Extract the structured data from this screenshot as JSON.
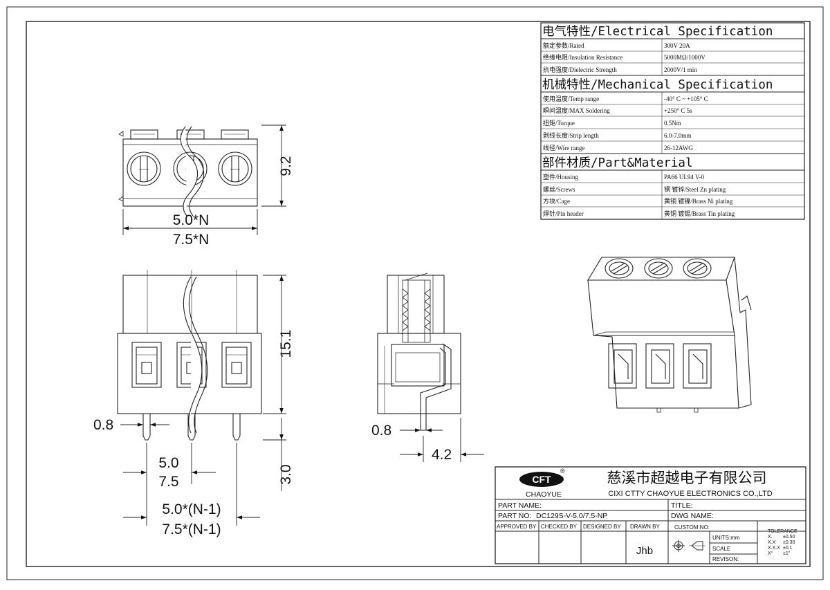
{
  "spec": {
    "electrical": {
      "title": "电气特性/Electrical Specification",
      "rows": [
        {
          "label": "额定参数/Rated",
          "value": "300V  20A"
        },
        {
          "label": "绝缘电阻/Insulation Resistance",
          "value": "5000MΩ/1000V"
        },
        {
          "label": "抗电强度/Dielectric Strength",
          "value": "2000V/1 min"
        }
      ]
    },
    "mechanical": {
      "title": "机械特性/Mechanical Specification",
      "rows": [
        {
          "label": "使用温度/Temp range",
          "value": "-40° C ~ +105° C"
        },
        {
          "label": "瞬间温度/MAX Soldering",
          "value": "+250° C    5s"
        },
        {
          "label": "扭矩/Torque",
          "value": "0.5Nm"
        },
        {
          "label": "剥线长度/Strip length",
          "value": "6.0-7.0mm"
        },
        {
          "label": "线径/Wire range",
          "value": "26-12AWG"
        }
      ]
    },
    "material": {
      "title": "部件材质/Part&Material",
      "rows": [
        {
          "label": "塑件/Housing",
          "value": "PA66 UL94 V-0"
        },
        {
          "label": "螺丝/Screws",
          "value": "钢 镀锌/Steel Zn plating"
        },
        {
          "label": "方块/Cage",
          "value": "黄铜 镀镍/Brass Ni plating"
        },
        {
          "label": "焊针/Pin header",
          "value": "黄铜 镀锡/Brass Tin plating"
        }
      ]
    }
  },
  "dimensions": {
    "top_height": "9.2",
    "top_width_a": "5.0*N",
    "top_width_b": "7.5*N",
    "front_height": "15.1",
    "pin_width": "0.8",
    "pin_length": "3.0",
    "pitch_a": "5.0",
    "pitch_b": "7.5",
    "span_a": "5.0*(N-1)",
    "span_b": "7.5*(N-1)",
    "side_pin": "0.8",
    "side_offset": "4.2"
  },
  "title_block": {
    "company_cn": "慈溪市超越电子有限公司",
    "company_en": "CIXI CTTY CHAOYUE ELECTRONICS CO.,LTD",
    "brand": "CHAOYUE",
    "logo_text": "CFT",
    "registered": "®",
    "part_name_label": "PART NAME:",
    "title_label": "TITLE:",
    "part_no_label": "PART NO:",
    "part_no": "DC129S-V-5.0/7.5-NP",
    "dwg_name_label": "DWG NAME:",
    "approved_by": "APPROVED BY",
    "checked_by": "CHECKED BY",
    "designed_by": "DESIGNED BY",
    "drawn_by": "DRAWN BY",
    "drawn_by_value": "Jhb",
    "custom_no": "CUSTOM NO:",
    "units": "UNITS:mm",
    "scale": "SCALE",
    "revision": "REVISON:",
    "tolerance_title": "TOLERANCE",
    "tolerance_rows": [
      {
        "k": "X.",
        "v": "±0.50"
      },
      {
        "k": "X.X",
        "v": "±0.30"
      },
      {
        "k": "X.X.X",
        "v": "±0.1"
      },
      {
        "k": "X°",
        "v": "±1°"
      }
    ]
  }
}
